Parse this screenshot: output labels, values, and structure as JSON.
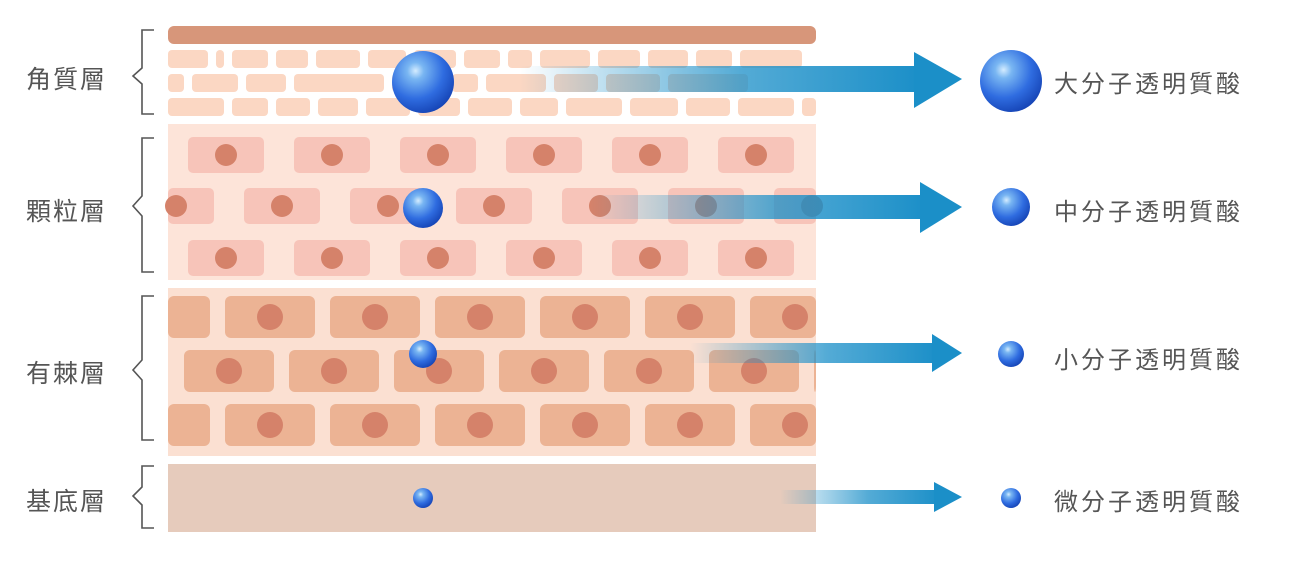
{
  "layers": [
    {
      "label": "角質層"
    },
    {
      "label": "顆粒層"
    },
    {
      "label": "有棘層"
    },
    {
      "label": "基底層"
    }
  ],
  "molecules": [
    {
      "label": "大分子透明質酸"
    },
    {
      "label": "中分子透明質酸"
    },
    {
      "label": "小分子透明質酸"
    },
    {
      "label": "微分子透明質酸"
    }
  ],
  "colors": {
    "stratum_corneum_top": "#d7967a",
    "stratum_corneum_brick": "#fbd7c3",
    "granular_bg": "#fde4d9",
    "granular_cell": "#f7c4b9",
    "spinous_bg": "#fbe0d2",
    "spinous_cell": "#ecb394",
    "nucleus": "#d5826a",
    "basal_bg": "#e6cbbc",
    "arrow": "#1b8fc8",
    "bracket": "#555555"
  }
}
